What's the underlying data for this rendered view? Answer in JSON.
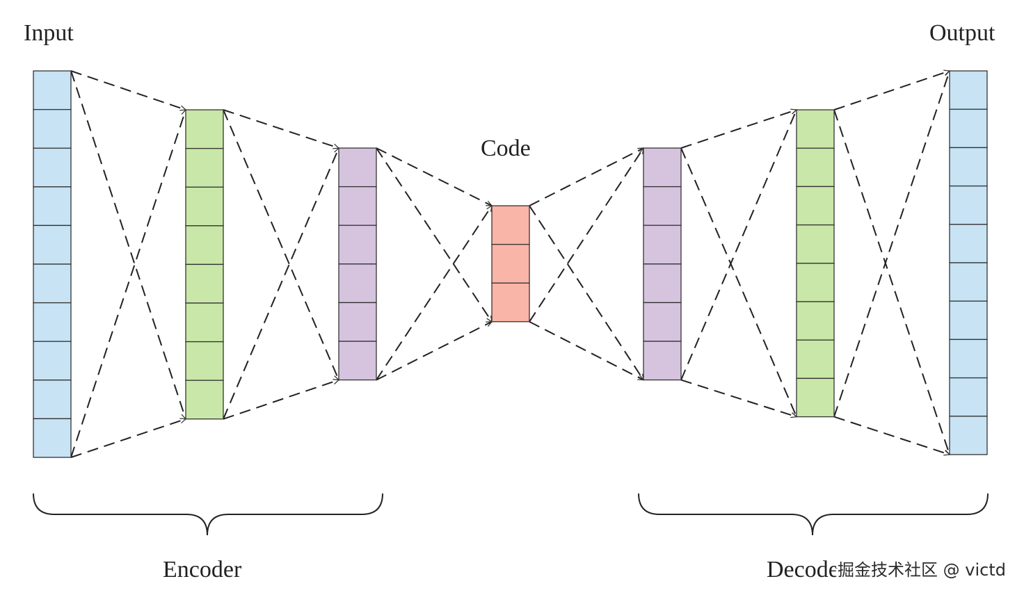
{
  "labels": {
    "input": "Input",
    "output": "Output",
    "code": "Code",
    "encoder": "Encoder",
    "decoder": "Decoder"
  },
  "watermark": "掘金技术社区 @ victd",
  "colors": {
    "input_output": "#c7e3f4",
    "hidden_outer": "#c9e7a8",
    "hidden_inner": "#d6c4df",
    "code": "#f9b5a8",
    "stroke": "#333333"
  },
  "layers": [
    {
      "name": "input",
      "units": 10
    },
    {
      "name": "enc-1",
      "units": 8
    },
    {
      "name": "enc-2",
      "units": 6
    },
    {
      "name": "code",
      "units": 3
    },
    {
      "name": "dec-1",
      "units": 6
    },
    {
      "name": "dec-2",
      "units": 8
    },
    {
      "name": "output",
      "units": 10
    }
  ]
}
